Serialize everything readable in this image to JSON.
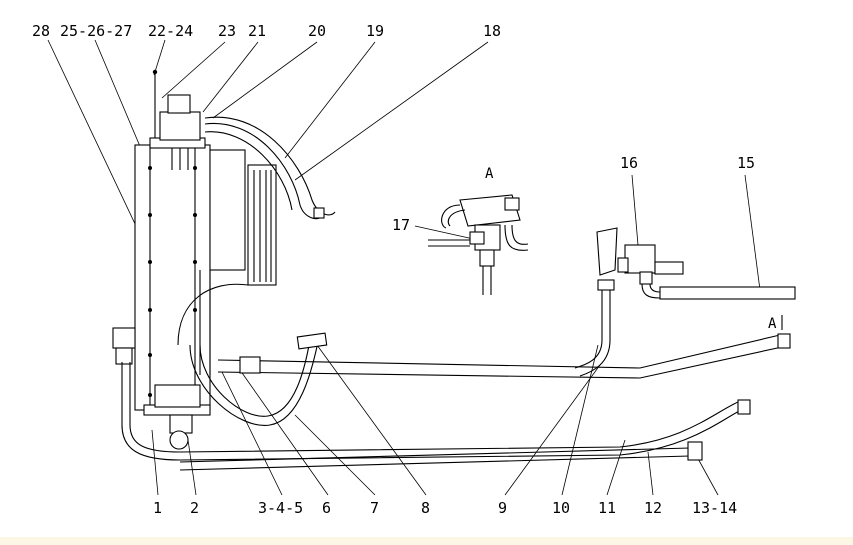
{
  "background": "#ffffff",
  "footer_color": "#fbf7e4",
  "callouts": {
    "c28": "28",
    "c25_27": "25-26-27",
    "c22_24": "22-24",
    "c23": "23",
    "c21": "21",
    "c20": "20",
    "c19": "19",
    "c18": "18",
    "c17": "17",
    "c16": "16",
    "c15": "15",
    "c1": "1",
    "c2": "2",
    "c3_5": "3-4-5",
    "c6": "6",
    "c7": "7",
    "c8": "8",
    "c9": "9",
    "c10": "10",
    "c11": "11",
    "c12": "12",
    "c13_14": "13-14"
  },
  "views": {
    "detail_a": "A",
    "section_a": "A"
  }
}
